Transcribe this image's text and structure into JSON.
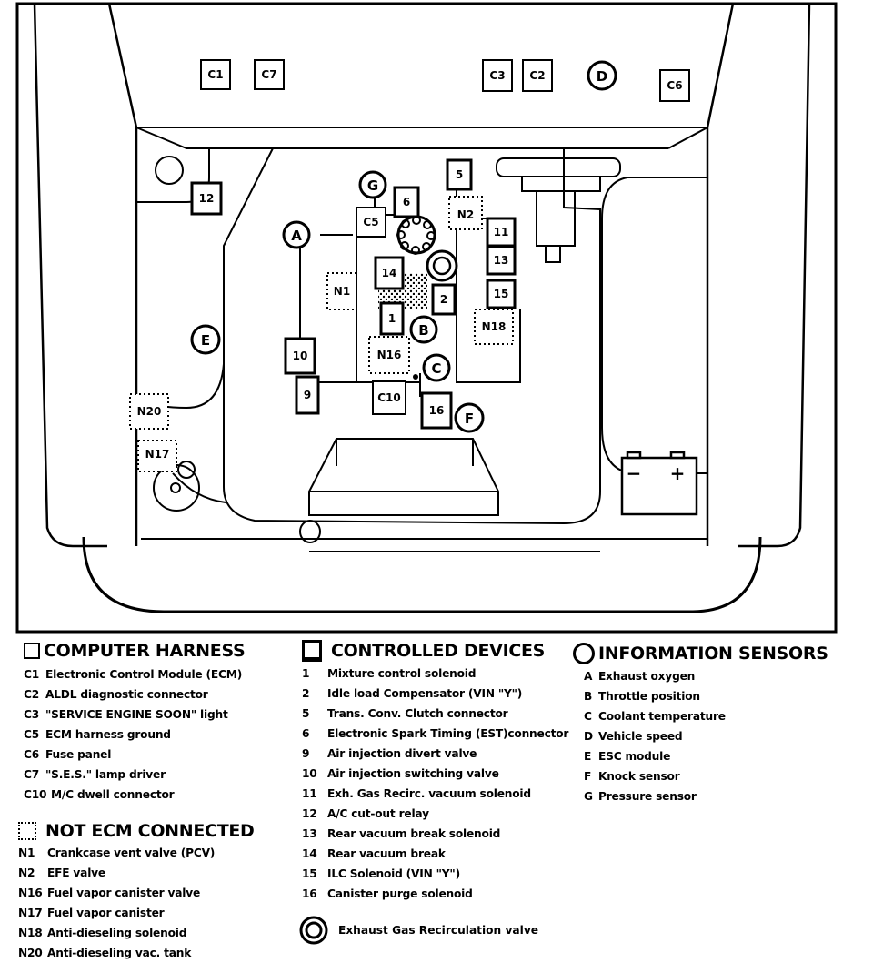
{
  "diagram": {
    "components": [
      {
        "name": "c1-box",
        "label": "C1",
        "kind": "harness"
      },
      {
        "name": "c7-box",
        "label": "C7",
        "kind": "harness"
      },
      {
        "name": "c3-box",
        "label": "C3",
        "kind": "harness"
      },
      {
        "name": "c2-box",
        "label": "C2",
        "kind": "harness"
      },
      {
        "name": "c6-box",
        "label": "C6",
        "kind": "harness"
      },
      {
        "name": "c5-box",
        "label": "C5",
        "kind": "harness"
      },
      {
        "name": "c10-box",
        "label": "C10",
        "kind": "harness"
      },
      {
        "name": "device-12-box",
        "label": "12",
        "kind": "device"
      },
      {
        "name": "device-5-box",
        "label": "5",
        "kind": "device"
      },
      {
        "name": "device-6-box",
        "label": "6",
        "kind": "device"
      },
      {
        "name": "device-11-box",
        "label": "11",
        "kind": "device"
      },
      {
        "name": "device-13-box",
        "label": "13",
        "kind": "device"
      },
      {
        "name": "device-15-box",
        "label": "15",
        "kind": "device"
      },
      {
        "name": "device-14-box",
        "label": "14",
        "kind": "device"
      },
      {
        "name": "device-2-box",
        "label": "2",
        "kind": "device"
      },
      {
        "name": "device-1-box",
        "label": "1",
        "kind": "device"
      },
      {
        "name": "device-10-box",
        "label": "10",
        "kind": "device"
      },
      {
        "name": "device-9-box",
        "label": "9",
        "kind": "device"
      },
      {
        "name": "device-16-box",
        "label": "16",
        "kind": "device"
      },
      {
        "name": "n1-box",
        "label": "N1",
        "kind": "not-ecm"
      },
      {
        "name": "n2-box",
        "label": "N2",
        "kind": "not-ecm"
      },
      {
        "name": "n16-box",
        "label": "N16",
        "kind": "not-ecm"
      },
      {
        "name": "n18-box",
        "label": "N18",
        "kind": "not-ecm"
      },
      {
        "name": "n20-box",
        "label": "N20",
        "kind": "not-ecm"
      },
      {
        "name": "n17-box",
        "label": "N17",
        "kind": "not-ecm"
      },
      {
        "name": "sensor-d",
        "label": "D",
        "kind": "sensor"
      },
      {
        "name": "sensor-g",
        "label": "G",
        "kind": "sensor"
      },
      {
        "name": "sensor-a",
        "label": "A",
        "kind": "sensor"
      },
      {
        "name": "sensor-e",
        "label": "E",
        "kind": "sensor"
      },
      {
        "name": "sensor-b",
        "label": "B",
        "kind": "sensor"
      },
      {
        "name": "sensor-c",
        "label": "C",
        "kind": "sensor"
      },
      {
        "name": "sensor-f",
        "label": "F",
        "kind": "sensor"
      }
    ],
    "battery": {
      "minus": "−",
      "plus": "+"
    }
  },
  "legend": {
    "harness": {
      "title": "COMPUTER HARNESS",
      "items": [
        {
          "code": "C1",
          "desc": "Electronic Control Module (ECM)"
        },
        {
          "code": "C2",
          "desc": "ALDL diagnostic connector"
        },
        {
          "code": "C3",
          "desc": "\"SERVICE ENGINE SOON\" light"
        },
        {
          "code": "C5",
          "desc": "ECM harness ground"
        },
        {
          "code": "C6",
          "desc": "Fuse panel"
        },
        {
          "code": "C7",
          "desc": "\"S.E.S.\" lamp driver"
        },
        {
          "code": "C10",
          "desc": "M/C dwell connector"
        }
      ]
    },
    "not_ecm": {
      "title": "NOT ECM CONNECTED",
      "items": [
        {
          "code": "N1",
          "desc": "Crankcase vent valve (PCV)"
        },
        {
          "code": "N2",
          "desc": "EFE  valve"
        },
        {
          "code": "N16",
          "desc": "Fuel vapor canister valve"
        },
        {
          "code": "N17",
          "desc": "Fuel vapor canister"
        },
        {
          "code": "N18",
          "desc": "Anti-dieseling solenoid"
        },
        {
          "code": "N20",
          "desc": "Anti-dieseling vac. tank"
        }
      ]
    },
    "devices": {
      "title": "CONTROLLED DEVICES",
      "items": [
        {
          "code": "1",
          "desc": "Mixture control solenoid"
        },
        {
          "code": "2",
          "desc": "Idle load Compensator (VIN \"Y\")"
        },
        {
          "code": "5",
          "desc": "Trans. Conv. Clutch connector"
        },
        {
          "code": "6",
          "desc": "Electronic Spark Timing (EST)connector"
        },
        {
          "code": "9",
          "desc": "Air injection divert  valve"
        },
        {
          "code": "10",
          "desc": "Air injection switching valve"
        },
        {
          "code": "11",
          "desc": "Exh. Gas Recirc. vacuum solenoid"
        },
        {
          "code": "12",
          "desc": "A/C cut-out relay"
        },
        {
          "code": "13",
          "desc": "Rear vacuum break solenoid"
        },
        {
          "code": "14",
          "desc": "Rear vacuum break"
        },
        {
          "code": "15",
          "desc": "ILC  Solenoid (VIN \"Y\")"
        },
        {
          "code": "16",
          "desc": "Canister purge solenoid"
        }
      ],
      "egr_label": "Exhaust Gas Recirculation valve"
    },
    "sensors": {
      "title": "INFORMATION SENSORS",
      "items": [
        {
          "code": "A",
          "desc": "Exhaust oxygen"
        },
        {
          "code": "B",
          "desc": "Throttle position"
        },
        {
          "code": "C",
          "desc": "Coolant temperature"
        },
        {
          "code": "D",
          "desc": "Vehicle speed"
        },
        {
          "code": "E",
          "desc": "ESC module"
        },
        {
          "code": "F",
          "desc": "Knock sensor"
        },
        {
          "code": "G",
          "desc": "Pressure sensor"
        }
      ]
    }
  }
}
